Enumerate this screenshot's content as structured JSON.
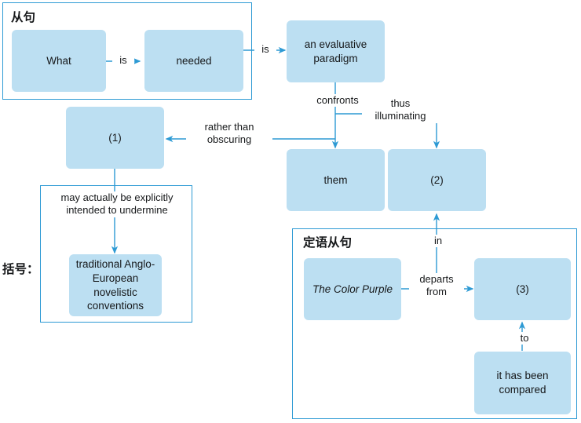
{
  "diagram": {
    "type": "sentence-structure-tree",
    "accent_color": "#2d9ad4",
    "node_fill_color": "#bcdff2",
    "text_color": "#16181a",
    "background_color": "#ffffff"
  },
  "groups": [
    {
      "id": "subordinate-clause",
      "title": "从句"
    },
    {
      "id": "parenthesis-group",
      "title": ""
    },
    {
      "id": "attributive-clause",
      "title": "定语从句"
    }
  ],
  "side_labels": [
    {
      "id": "parenthesis-label",
      "text": "括号："
    }
  ],
  "nodes": [
    {
      "id": "what",
      "label": "What"
    },
    {
      "id": "needed",
      "label": "needed"
    },
    {
      "id": "evaluative-paradigm",
      "label": "an evaluative\nparadigm"
    },
    {
      "id": "blank-1",
      "label": "(1)"
    },
    {
      "id": "them",
      "label": "them"
    },
    {
      "id": "blank-2",
      "label": "(2)"
    },
    {
      "id": "traditional-conventions",
      "label": "traditional Anglo-European novelistic conventions"
    },
    {
      "id": "the-color-purple",
      "label": "The Color Purple"
    },
    {
      "id": "blank-3",
      "label": "(3)"
    },
    {
      "id": "it-has-been-compared",
      "label": "it has been\ncompared"
    }
  ],
  "edge_labels": [
    {
      "id": "is-1",
      "text": "is"
    },
    {
      "id": "is-2",
      "text": "is"
    },
    {
      "id": "confronts",
      "text": "confronts"
    },
    {
      "id": "thus-illuminating",
      "text": "thus\nilluminating"
    },
    {
      "id": "rather-than-obscuring",
      "text": "rather than\nobscuring"
    },
    {
      "id": "may-actually",
      "text": "may actually be explicitly\nintended to undermine"
    },
    {
      "id": "in",
      "text": "in"
    },
    {
      "id": "departs-from",
      "text": "departs\nfrom"
    },
    {
      "id": "to",
      "text": "to"
    }
  ]
}
